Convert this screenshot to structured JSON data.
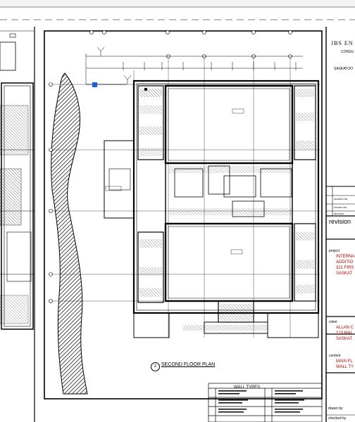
{
  "sheet": {
    "firm_name": "JBS EN",
    "firm_line2": "CONSU",
    "firm_city": "SASKATOO"
  },
  "revisions": {
    "title": "revision",
    "rows": [
      "GENERAL RE",
      "ISSUED FOR",
      "REVISION"
    ]
  },
  "project": {
    "label": "project",
    "lines": [
      "INTERNA",
      "ADDITIO",
      "321 FIRS",
      "SASKAT"
    ]
  },
  "client": {
    "label": "client",
    "lines": [
      "ALLAN C",
      "123 MAI",
      "SASKAT"
    ]
  },
  "content": {
    "label": "content",
    "lines": [
      "MAIN FL",
      "WALL TY"
    ]
  },
  "drawn_by": "drawn by:",
  "checked_by": "checked by",
  "plan": {
    "number": "2",
    "title": "SECOND FLOOR PLAN"
  },
  "wall_types": {
    "title": "WALL TYPES"
  },
  "colors": {
    "selection_marker": "#1f5fd6",
    "linework": "#000000",
    "red_text": "#b00000"
  }
}
